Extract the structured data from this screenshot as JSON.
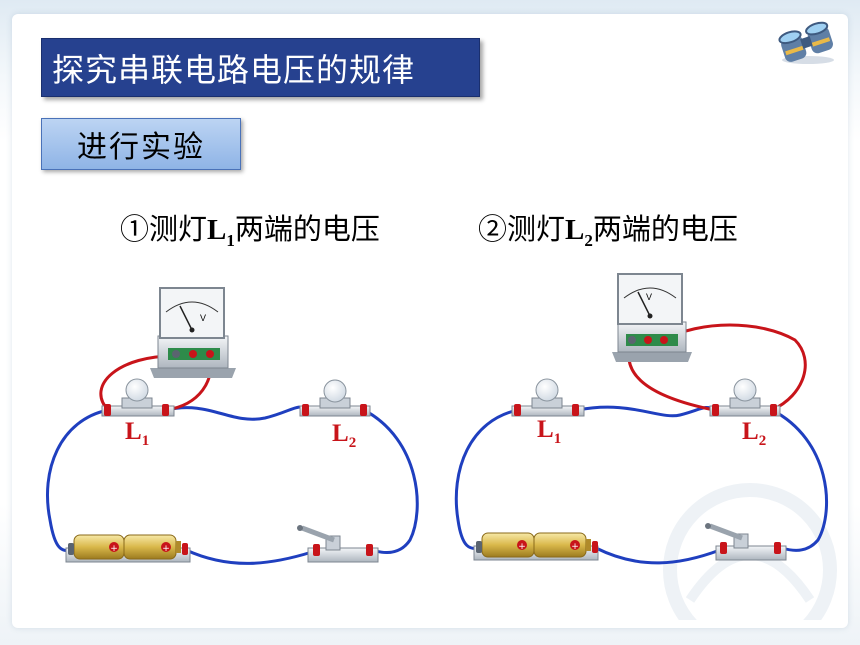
{
  "title": "探究串联电路电压的规律",
  "section": "进行实验",
  "captions": [
    {
      "prefix": "①测灯",
      "lamp": "L",
      "sub": "1",
      "suffix": "两端的电压"
    },
    {
      "prefix": "②测灯",
      "lamp": "L",
      "sub": "2",
      "suffix": "两端的电压"
    }
  ],
  "circuit_left": {
    "lamp1_label": "L",
    "lamp1_sub": "1",
    "lamp2_label": "L",
    "lamp2_sub": "2",
    "voltmeter_unit": "V"
  },
  "circuit_right": {
    "lamp1_label": "L",
    "lamp1_sub": "1",
    "lamp2_label": "L",
    "lamp2_sub": "2",
    "voltmeter_unit": "V"
  },
  "battery_symbol": "+",
  "colors": {
    "title_bg": "#26418f",
    "wire_blue": "#1f3fbf",
    "wire_red": "#c8141a",
    "label_red": "#c8141a"
  }
}
